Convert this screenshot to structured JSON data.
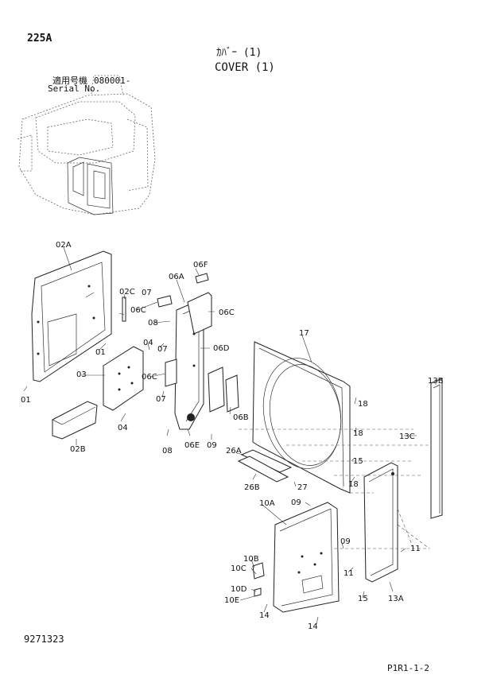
{
  "header": {
    "model": "225A",
    "title_jp": "ｶﾊﾞｰ (1)",
    "title_en": "COVER (1)",
    "applicability_jp": "適用号機",
    "serial_label": "Serial No.",
    "serial_no": "080001-"
  },
  "footer": {
    "drawing_no": "9271323",
    "page_code": "P1R1-1-2"
  },
  "callouts": {
    "c02A": "02A",
    "c02B": "02B",
    "c02C": "02C",
    "c01a": "01",
    "c01b": "01",
    "c03": "03",
    "c04a": "04",
    "c04b": "04",
    "c06A": "06A",
    "c06B": "06B",
    "c06Ca": "06C",
    "c06Cb": "06C",
    "c06Cc": "06C",
    "c06D": "06D",
    "c06E": "06E",
    "c06F": "06F",
    "c07a": "07",
    "c07b": "07",
    "c07c": "07",
    "c08a": "08",
    "c08b": "08",
    "c09a": "09",
    "c09b": "09",
    "c09c": "09",
    "c10A": "10A",
    "c10B": "10B",
    "c10C": "10C",
    "c10D": "10D",
    "c10E": "10E",
    "c11a": "11",
    "c11b": "11",
    "c13A": "13A",
    "c13B": "13B",
    "c13C": "13C",
    "c14a": "14",
    "c14b": "14",
    "c15a": "15",
    "c15b": "15",
    "c17": "17",
    "c18a": "18",
    "c18b": "18",
    "c18c": "18",
    "c26A": "26A",
    "c26B": "26B",
    "c27": "27"
  }
}
